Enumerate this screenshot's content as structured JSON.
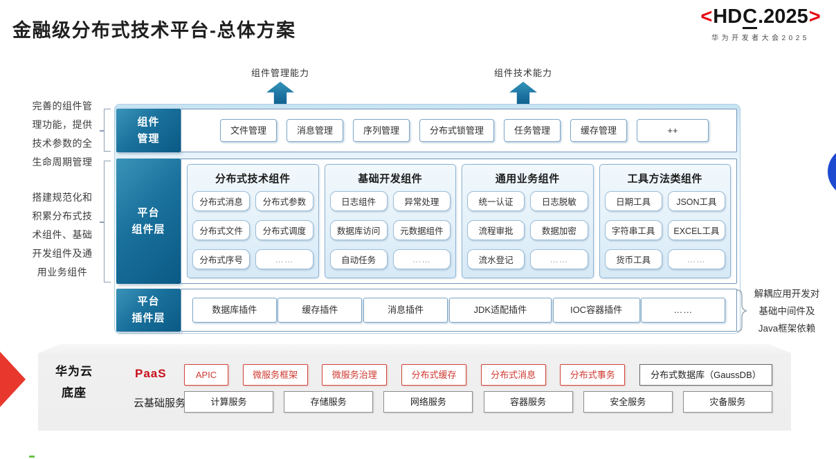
{
  "title": "金融级分布式技术平台-总体方案",
  "logo": {
    "open_bracket": "<",
    "hd": "HD",
    "c": "C",
    "rest": ".2025",
    "close_bracket": ">",
    "subtitle": "华为开发者大会2025"
  },
  "capability_arrows": {
    "management": "组件管理能力",
    "technical": "组件技术能力"
  },
  "left_notes": {
    "note1": "完善的组件管\n理功能，提供\n技术参数的全\n生命周期管理",
    "note2": "搭建规范化和\n积累分布式技\n术组件、基础\n开发组件及通\n用业务组件"
  },
  "right_note": "解耦应用开发对\n基础中间件及\nJava框架依赖",
  "layers": {
    "component_management": {
      "label": "组件\n管理",
      "items": [
        "文件管理",
        "消息管理",
        "序列管理",
        "分布式锁管理",
        "任务管理",
        "缓存管理",
        "++"
      ]
    },
    "platform_components": {
      "label": "平台\n组件层",
      "columns": [
        {
          "header": "分布式技术组件",
          "items": [
            "分布式消息",
            "分布式参数",
            "分布式文件",
            "分布式调度",
            "分布式序号",
            "……"
          ]
        },
        {
          "header": "基础开发组件",
          "items": [
            "日志组件",
            "异常处理",
            "数据库访问",
            "元数据组件",
            "自动任务",
            "……"
          ]
        },
        {
          "header": "通用业务组件",
          "items": [
            "统一认证",
            "日志脱敏",
            "流程审批",
            "数据加密",
            "流水登记",
            "……"
          ]
        },
        {
          "header": "工具方法类组件",
          "items": [
            "日期工具",
            "JSON工具",
            "字符串工具",
            "EXCEL工具",
            "货币工具",
            "……"
          ]
        }
      ]
    },
    "platform_plugins": {
      "label": "平台\n插件层",
      "items": [
        "数据库插件",
        "缓存插件",
        "消息插件",
        "JDK适配插件",
        "IOC容器插件",
        "……"
      ]
    }
  },
  "foundation": {
    "label": "华为云\n底座",
    "paas_label": "PaaS",
    "paas_items": [
      "APIC",
      "微服务框架",
      "微服务治理",
      "分布式缓存",
      "分布式消息",
      "分布式事务"
    ],
    "paas_db_item": "分布式数据库（GaussDB）",
    "iaas_label": "云基础服务",
    "iaas_items": [
      "计算服务",
      "存储服务",
      "网络服务",
      "容器服务",
      "安全服务",
      "灾备服务"
    ]
  },
  "colors": {
    "huawei_red": "#e60012",
    "teal_dark": "#0b5a85",
    "teal_light": "#3a93b8",
    "paas_red": "#cf3931",
    "circle_blue": "#1e4ad1",
    "arrow_red": "#e8382d"
  }
}
